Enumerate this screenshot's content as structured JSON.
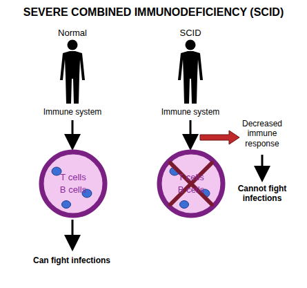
{
  "diagram": {
    "title": "SEVERE COMBINED IMMUNODEFICIENCY (SCID)",
    "nodes": [
      {
        "text": [
          "T cells",
          "B cells"
        ]
      },
      {
        "text": [
          "T cells",
          "B cells"
        ]
      }
    ],
    "labels": [
      "Normal",
      "Immune system",
      "Can fight infections",
      "SCID",
      "Immune system",
      "Decreased immune response",
      "Cannot fight infections"
    ]
  }
}
